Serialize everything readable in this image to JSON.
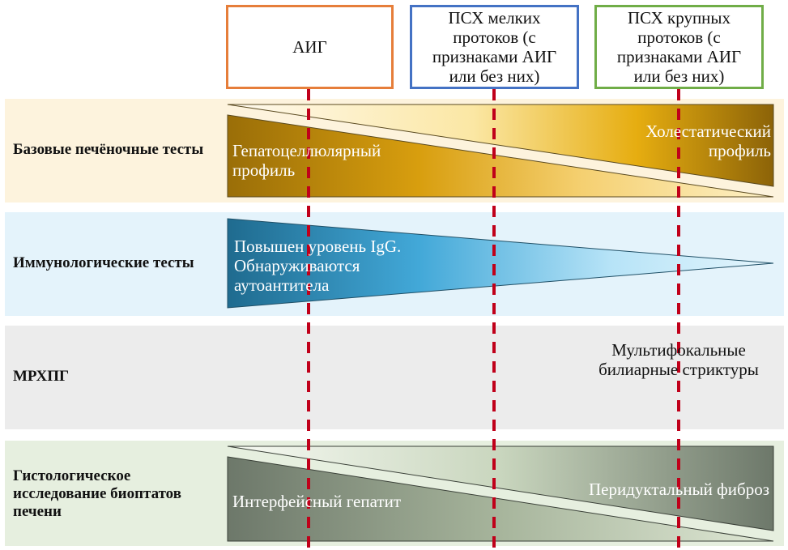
{
  "columns": [
    {
      "label": "АИГ",
      "border": "#e67e3a"
    },
    {
      "label": "ПСХ мелких протоков (с признаками АИГ или без них)",
      "border": "#4472c4"
    },
    {
      "label": "ПСХ крупных протоков (с признаками АИГ или без них)",
      "border": "#70ad47"
    }
  ],
  "rows": [
    {
      "label": "Базовые печёночные тесты",
      "band_color": "#fdf3dd",
      "left_text": "Гепатоцеллюлярный профиль",
      "right_text": "Холестатический профиль"
    },
    {
      "label": "Иммунологические тесты",
      "band_color": "#e4f3fb",
      "left_text": "Повышен уровень IgG. Обнаруживаются аутоантитела"
    },
    {
      "label": "МРХПГ",
      "band_color": "#ececec",
      "right_text": "Мультифокальные билиарные стриктуры"
    },
    {
      "label": "Гистологическое исследование биоптатов печени",
      "band_color": "#e6efdf",
      "left_text": "Интерфейсный гепатит",
      "right_text": "Перидуктальный фиброз"
    }
  ],
  "colors": {
    "dashed_line": "#c0001a",
    "liver_dark": "#9a6e08",
    "liver_mid": "#e6ad10",
    "liver_light": "#fdf1c8",
    "immuno_dark": "#1f6b8f",
    "immuno_mid": "#42a8d8",
    "immuno_light": "#e6f6fd",
    "histo_dark": "#6d786a",
    "histo_light": "#dfe8d5"
  }
}
